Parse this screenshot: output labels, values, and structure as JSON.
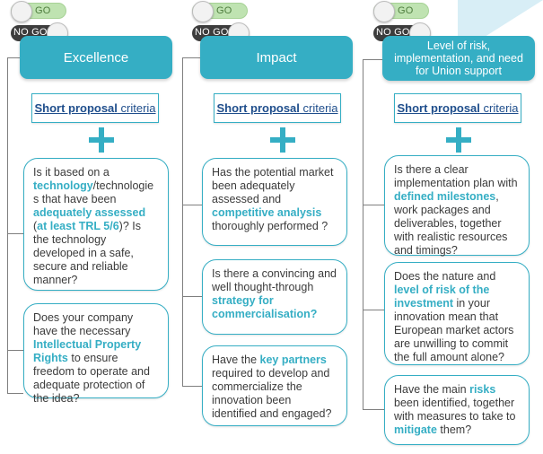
{
  "toggles": {
    "go": "GO",
    "nogo": "NO GO"
  },
  "short_proposal": {
    "bold": "Short proposal",
    "rest": " criteria"
  },
  "columns": [
    {
      "header": [
        "Excellence"
      ],
      "questions": [
        [
          {
            "t": "Is it based on a "
          },
          {
            "t": "technology",
            "hl": true
          },
          {
            "t": "/technologie s that have been "
          },
          {
            "t": "adequately assessed",
            "hl": true
          },
          {
            "t": " ("
          },
          {
            "t": "at least TRL 5/6",
            "hl": true
          },
          {
            "t": ")? Is the technology developed in a safe, secure and reliable manner?"
          }
        ],
        [
          {
            "t": "Does your company have the necessary "
          },
          {
            "t": "Intellectual Property Rights",
            "hl": true
          },
          {
            "t": " to ensure freedom to operate and adequate protection of the idea?"
          }
        ]
      ]
    },
    {
      "header": [
        "Impact"
      ],
      "questions": [
        [
          {
            "t": "Has the potential market been adequately assessed and "
          },
          {
            "t": "competitive analysis",
            "hl": true
          },
          {
            "t": " thoroughly performed ?"
          }
        ],
        [
          {
            "t": "Is there a convincing and well thought-through "
          },
          {
            "t": "strategy for commercialisation?",
            "hl": true
          }
        ],
        [
          {
            "t": "Have the "
          },
          {
            "t": "key partners",
            "hl": true
          },
          {
            "t": " required to develop and commercialize the innovation been identified and engaged?"
          }
        ]
      ]
    },
    {
      "header": [
        "Level of risk,",
        "implementation, and need",
        "for Union support"
      ],
      "questions": [
        [
          {
            "t": "Is there a clear implementation plan with "
          },
          {
            "t": "defined milestones",
            "hl": true
          },
          {
            "t": ", work packages and deliverables, together with realistic resources and timings?"
          }
        ],
        [
          {
            "t": "Does the nature and "
          },
          {
            "t": "level of risk of the investment",
            "hl": true
          },
          {
            "t": " in your innovation mean that European market actors are unwilling to commit the full amount alone?"
          }
        ],
        [
          {
            "t": "Have the main "
          },
          {
            "t": "risks",
            "hl": true
          },
          {
            "t": " been identified, together with measures to take to "
          },
          {
            "t": "mitigate",
            "hl": true
          },
          {
            "t": " them?"
          }
        ]
      ]
    }
  ],
  "colors": {
    "accent": "#35aec4",
    "go_bg": "#bfe3b1",
    "nogo_bg": "#3d3d3d",
    "link": "#1f4e8c"
  }
}
